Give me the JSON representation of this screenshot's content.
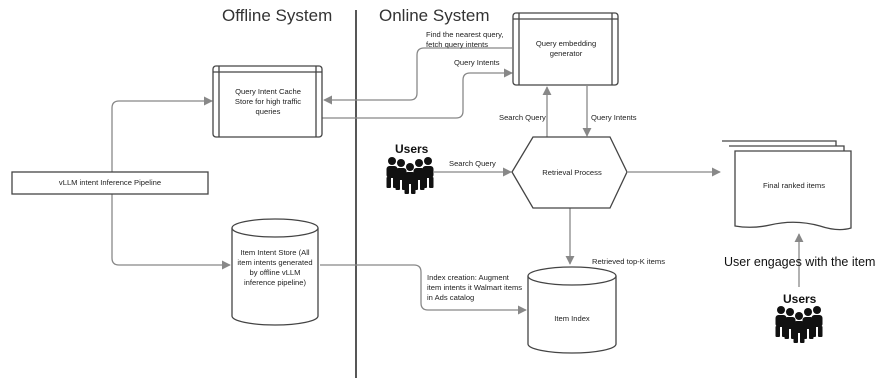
{
  "titles": {
    "offline": "Offline System",
    "online": "Online System"
  },
  "nodes": {
    "pipeline": "vLLM intent Inference Pipeline",
    "query_cache": "Query Intent Cache Store for high traffic queries",
    "item_store": "Item Intent Store (All item intents generated by offline vLLM inference pipeline)",
    "query_embedding": "Query embedding generator",
    "retrieval": "Retrieval Process",
    "item_index": "Item Index",
    "final_ranked": "Final ranked items"
  },
  "actors": {
    "users_left": "Users",
    "users_right": "Users",
    "engage": "User engages with the items"
  },
  "edge_labels": {
    "find_nearest": "Find the nearest query, fetch query intents",
    "query_intents_top": "Query Intents",
    "search_query_up": "Search Query",
    "query_intents_down": "Query Intents",
    "search_query_in": "Search Query",
    "retrieved_topk": "Retrieved top-K items",
    "index_creation": "Index creation: Augment item intents it Walmart items in Ads catalog"
  },
  "colors": {
    "line": "#888888",
    "stroke": "#444444",
    "divider": "#444444",
    "people": "#111111"
  }
}
